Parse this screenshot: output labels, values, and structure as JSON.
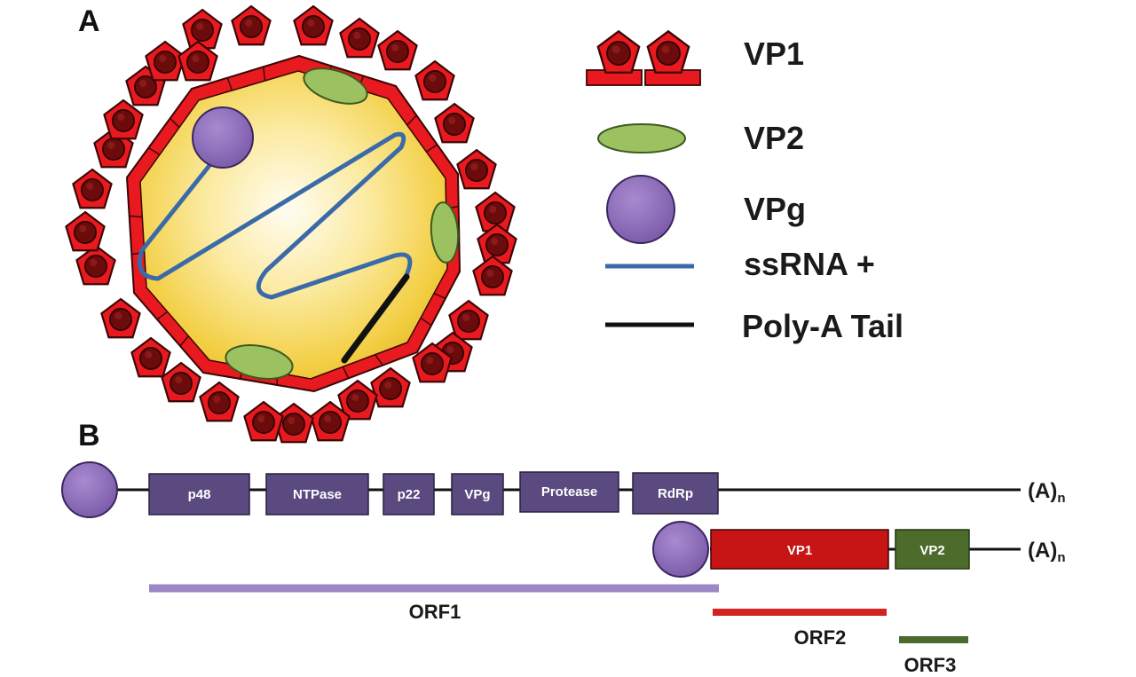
{
  "panels": {
    "a": "A",
    "b": "B"
  },
  "legend": {
    "vp1": "VP1",
    "vp2": "VP2",
    "vpg": "VPg",
    "ssrna": "ssRNA +",
    "polya": "Poly-A Tail"
  },
  "genome": {
    "orf1_genes": [
      "p48",
      "NTPase",
      "p22",
      "VPg",
      "Protease",
      "RdRp"
    ],
    "subgenomic_genes": [
      "VP1",
      "VP2"
    ],
    "polya_main": "(A)",
    "polya_sub": "n",
    "orfs": [
      "ORF1",
      "ORF2",
      "ORF3"
    ]
  },
  "colors": {
    "capsid_red": "#e8191f",
    "capsid_dark": "#6b0b0b",
    "core_yellow": "#f5d24a",
    "vp2_green": "#9cc160",
    "vpg_purple": "#8b6bb5",
    "rna_blue": "#3b6aa8",
    "gene_box": "#5b4a80",
    "orf1_line": "#9b86c6",
    "orf2_line": "#d42121",
    "orf3_line": "#4a6a2e",
    "vp1_box": "#c71414",
    "vp2_box": "#4d6b2a"
  },
  "icons": [
    "vp1-capsomer-icon",
    "vp2-protein-icon",
    "vpg-protein-icon",
    "ssrna-line-icon",
    "polya-line-icon"
  ]
}
